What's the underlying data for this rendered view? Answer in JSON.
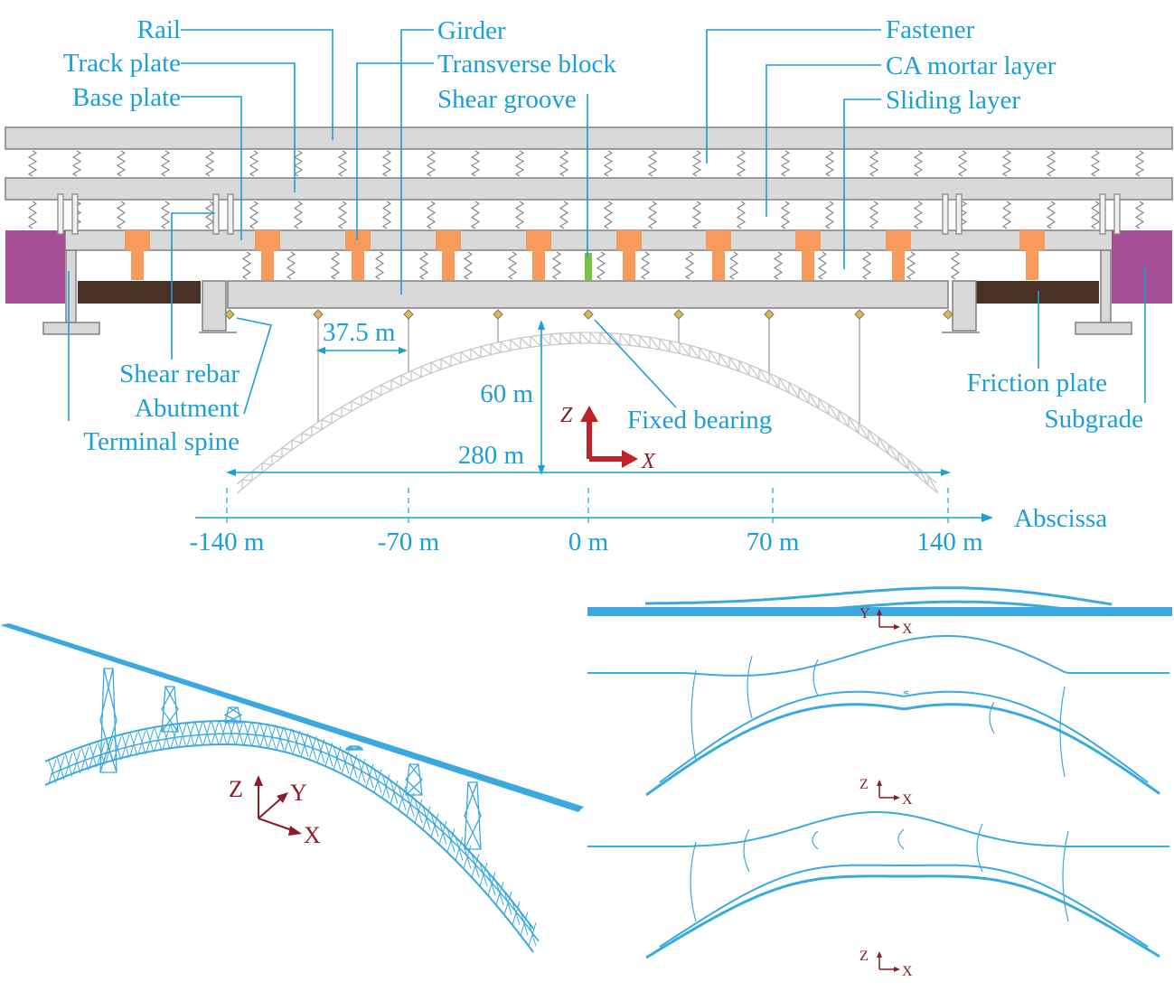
{
  "labels": {
    "rail": "Rail",
    "track_plate": "Track plate",
    "base_plate": "Base plate",
    "girder": "Girder",
    "transverse_block": "Transverse block",
    "shear_groove": "Shear groove",
    "fastener": "Fastener",
    "ca_mortar_layer": "CA mortar layer",
    "sliding_layer": "Sliding layer",
    "shear_rebar": "Shear rebar",
    "abutment": "Abutment",
    "terminal_spine": "Terminal spine",
    "friction_plate": "Friction plate",
    "subgrade": "Subgrade",
    "fixed_bearing": "Fixed bearing"
  },
  "dimensions": {
    "spacing": "37.5 m",
    "rise": "60 m",
    "span": "280 m"
  },
  "axis": {
    "title": "Abscissa",
    "ticks": [
      "-140 m",
      "-70 m",
      "0 m",
      "70 m",
      "140 m"
    ]
  },
  "coordinate_labels": {
    "z": "Z",
    "x": "X",
    "y": "Y"
  },
  "colors": {
    "label_blue": "#1a9fd8",
    "model_blue": "#3aa9e0",
    "axis_red": "#c0222c",
    "transverse_block": "#f79a5c",
    "subgrade": "#a64f97",
    "friction_plate": "#4a3125",
    "shear_groove": "#7ac143"
  }
}
